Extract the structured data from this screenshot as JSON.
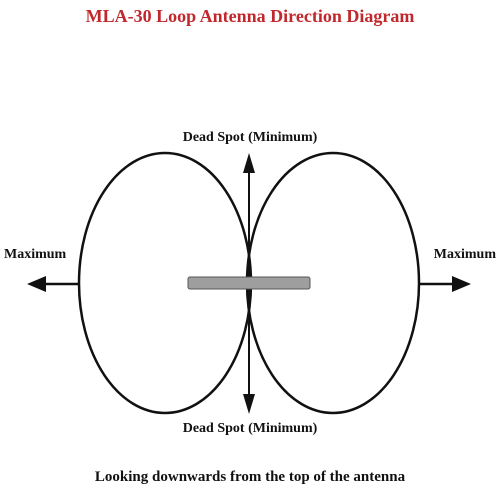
{
  "title": "MLA-30 Loop Antenna Direction Diagram",
  "labels": {
    "dead_spot_top": "Dead Spot (Minimum)",
    "dead_spot_bottom": "Dead Spot (Minimum)",
    "maximum_left": "Maximum",
    "maximum_right": "Maximum"
  },
  "caption": "Looking downwards from the top of the antenna",
  "colors": {
    "title": "#c0282d",
    "lines": "#111111",
    "antenna_bar": "#9e9e9e"
  }
}
